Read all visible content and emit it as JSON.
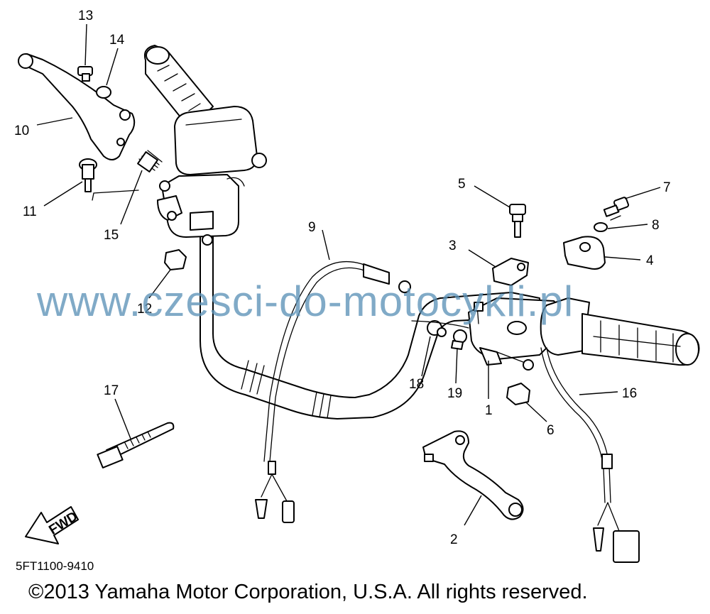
{
  "diagram": {
    "part_numbers": [
      "1",
      "2",
      "3",
      "4",
      "5",
      "6",
      "7",
      "8",
      "9",
      "10",
      "11",
      "12",
      "13",
      "14",
      "15",
      "16",
      "17",
      "18",
      "19"
    ],
    "fwd_label": "FWD",
    "drawing_code": "5FT1100-9410"
  },
  "watermark": "www.czesci-do-motocykli.pl",
  "footer": {
    "copyright": "©2013 Yamaha Motor Corporation, U.S.A. All rights reserved."
  }
}
